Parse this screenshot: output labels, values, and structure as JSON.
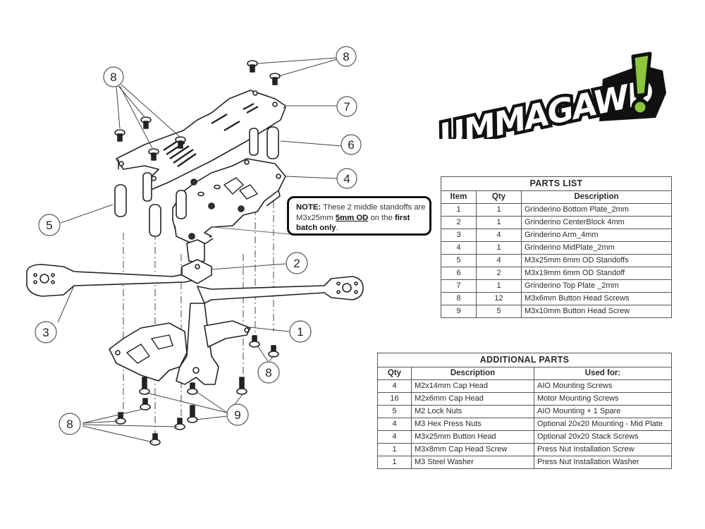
{
  "logo": {
    "text": "UMMAGAWD",
    "mark": "!",
    "accent_color": "#8cc63f"
  },
  "note": {
    "label": "NOTE:",
    "text1": " These 2 middle standoffs are M3x25mm ",
    "emph1": "5mm OD",
    "text2": " on the ",
    "emph2": "first batch only",
    "text3": "."
  },
  "callouts": {
    "c8_top_left": "8",
    "c8_top_right": "8",
    "c7": "7",
    "c6": "6",
    "c4": "4",
    "c5": "5",
    "c2": "2",
    "c3": "3",
    "c1": "1",
    "c8_right": "8",
    "c9": "9",
    "c8_bottom_left": "8"
  },
  "parts_list": {
    "title": "PARTS LIST",
    "headers": [
      "Item",
      "Qty",
      "Description"
    ],
    "rows": [
      [
        "1",
        "1",
        "Grinderino Bottom Plate_2mm"
      ],
      [
        "2",
        "1",
        "Grinderino CenterBlock 4mm"
      ],
      [
        "3",
        "4",
        "Grinderino Arm_4mm"
      ],
      [
        "4",
        "1",
        "Grinderino MidPlate_2mm"
      ],
      [
        "5",
        "4",
        "M3x25mm 6mm OD Standoffs"
      ],
      [
        "6",
        "2",
        "M3x19mm 6mm OD Standoff"
      ],
      [
        "7",
        "1",
        "Grinderino Top Plate _2mm"
      ],
      [
        "8",
        "12",
        "M3x6mm Button Head Screws"
      ],
      [
        "9",
        "5",
        "M3x10mm Button Head Screw"
      ]
    ]
  },
  "additional_parts": {
    "title": "ADDITIONAL PARTS",
    "headers": [
      "Qty",
      "Description",
      "Used for:"
    ],
    "rows": [
      [
        "4",
        "M2x14mm Cap Head",
        "AIO Mounting Screws"
      ],
      [
        "16",
        "M2x6mm Cap Head",
        "Motor Mounting Screws"
      ],
      [
        "5",
        "M2 Lock Nuts",
        "AIO Mounting + 1 Spare"
      ],
      [
        "4",
        "M3 Hex Press Nuts",
        "Optional 20x20 Mounting - Mid Plate"
      ],
      [
        "4",
        "M3x25mm Button Head",
        "Optional 20x20 Stack Screws"
      ],
      [
        "1",
        "M3x8mm Cap Head Screw",
        "Press Nut Installation Screw"
      ],
      [
        "1",
        "M3 Steel Washer",
        "Press Nut Installation Washer"
      ]
    ]
  }
}
